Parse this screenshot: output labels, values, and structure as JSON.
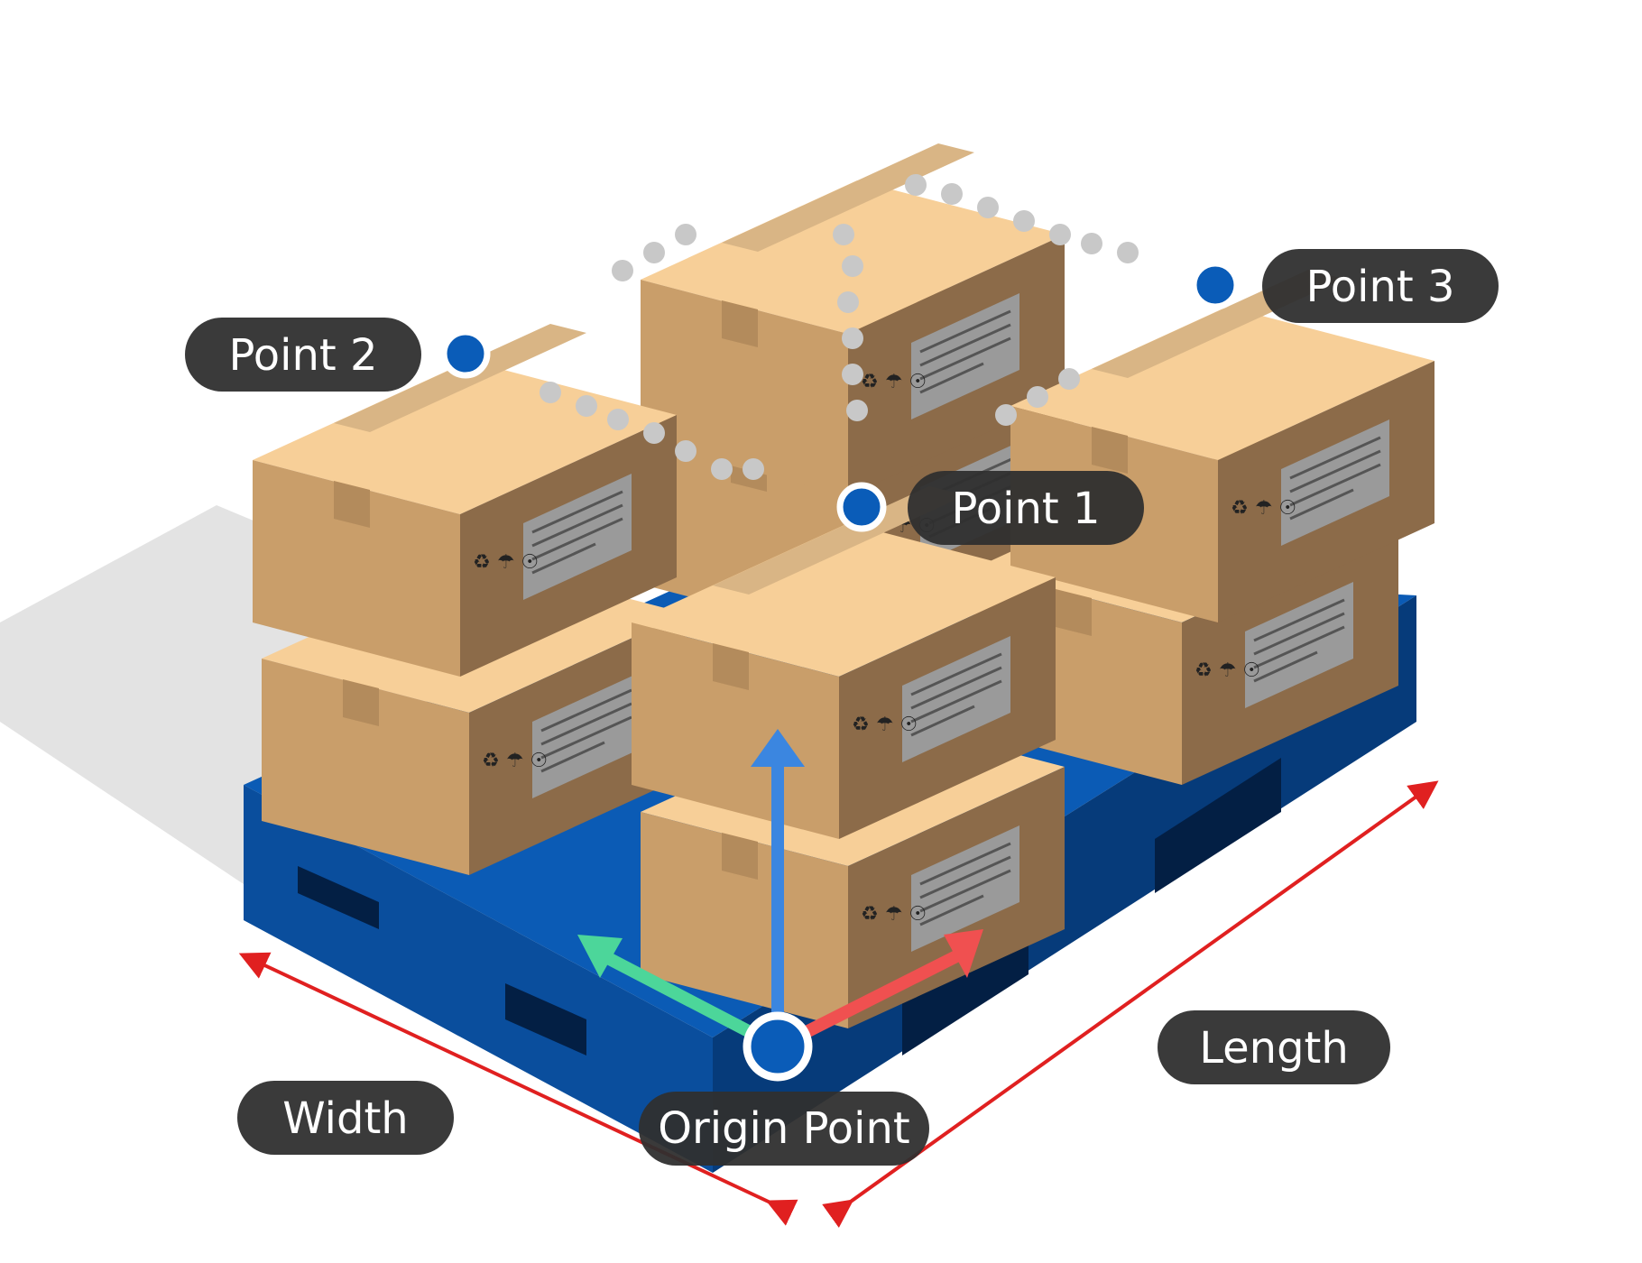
{
  "labels": {
    "point1": "Point 1",
    "point2": "Point 2",
    "point3": "Point 3",
    "origin": "Origin Point",
    "width": "Width",
    "length": "Length"
  },
  "colors": {
    "pallet": "#0b5bb5",
    "pallet_dark": "#063b7a",
    "box_top": "#f7cf98",
    "box_front": "#c99e6a",
    "box_side": "#8c6b49",
    "tape": "#b99a70",
    "label_bg": "#2f2f2f",
    "point_fill": "#0a5cb8",
    "dimension_arrow": "#e02020",
    "axis_z": "#3b86e0",
    "axis_y": "#4cd69a",
    "axis_x": "#f05050",
    "dotted_path": "#c8c8c8",
    "shadow": "#e3e3e3"
  }
}
